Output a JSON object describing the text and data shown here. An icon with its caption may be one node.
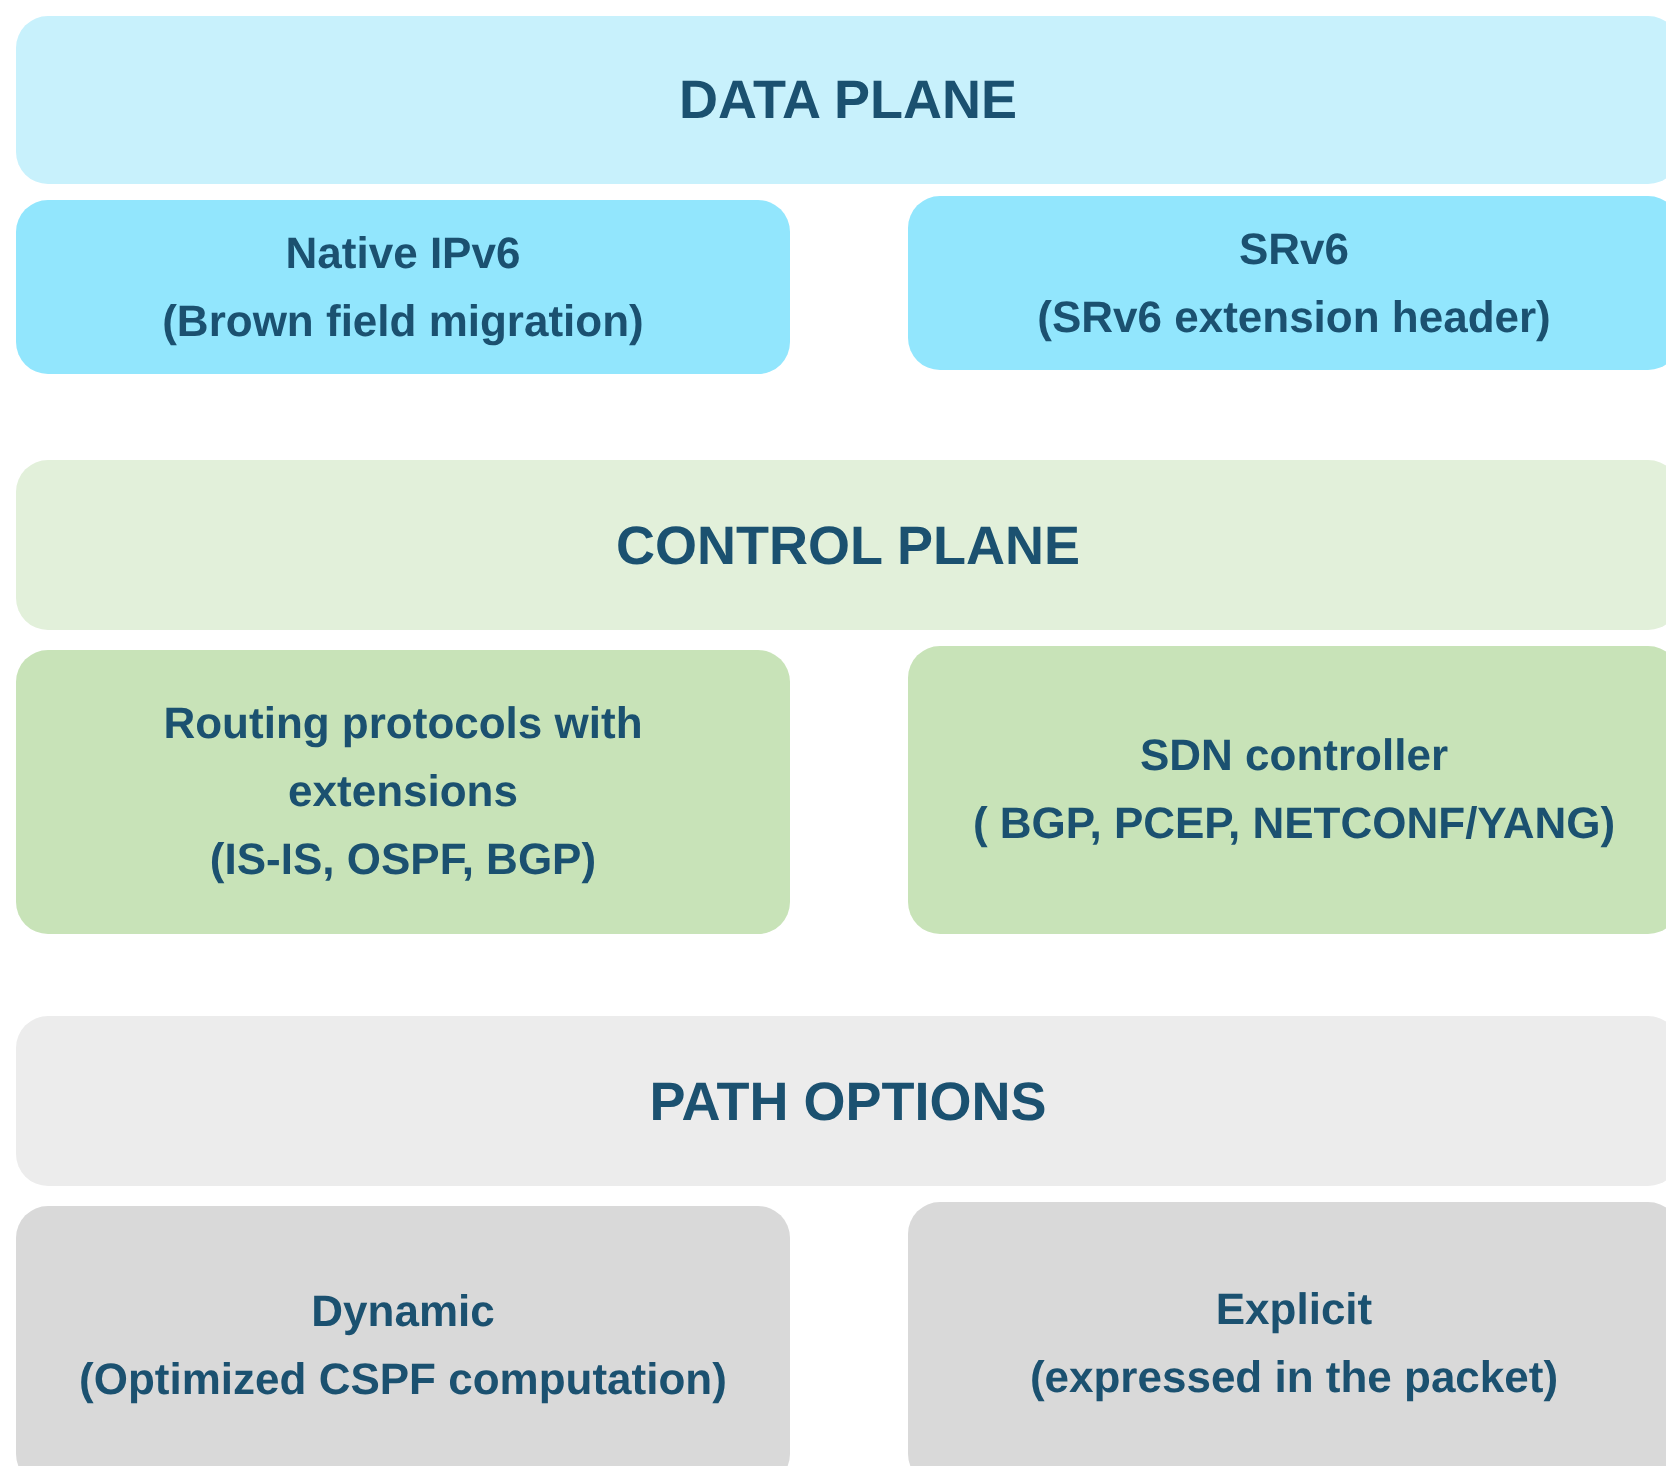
{
  "diagram": {
    "nodes": [
      {
        "text": [
          "DATA PLANE"
        ]
      },
      {
        "text": [
          "Native IPv6",
          "(Brown field migration)"
        ]
      },
      {
        "text": [
          "SRv6",
          "(SRv6 extension header)"
        ]
      },
      {
        "text": [
          "CONTROL PLANE"
        ]
      },
      {
        "text": [
          "Routing protocols with extensions",
          "(IS-IS, OSPF, BGP)"
        ]
      },
      {
        "text": [
          "SDN controller",
          "( BGP, PCEP, NETCONF/YANG)"
        ]
      },
      {
        "text": [
          "PATH OPTIONS"
        ]
      },
      {
        "text": [
          "Dynamic",
          "(Optimized CSPF computation)"
        ]
      },
      {
        "text": [
          "Explicit",
          "(expressed in the packet)"
        ]
      }
    ]
  }
}
